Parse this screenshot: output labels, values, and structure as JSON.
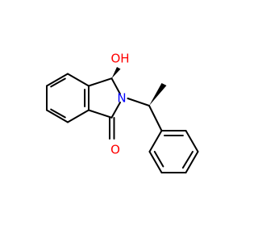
{
  "colors": {
    "bond": "#000000",
    "oxygen": "#ff0000",
    "nitrogen": "#0000ff",
    "background": "#ffffff"
  },
  "atoms": {
    "hydroxyl": "OH",
    "amide_nitrogen": "N",
    "carbonyl_oxygen": "O"
  }
}
